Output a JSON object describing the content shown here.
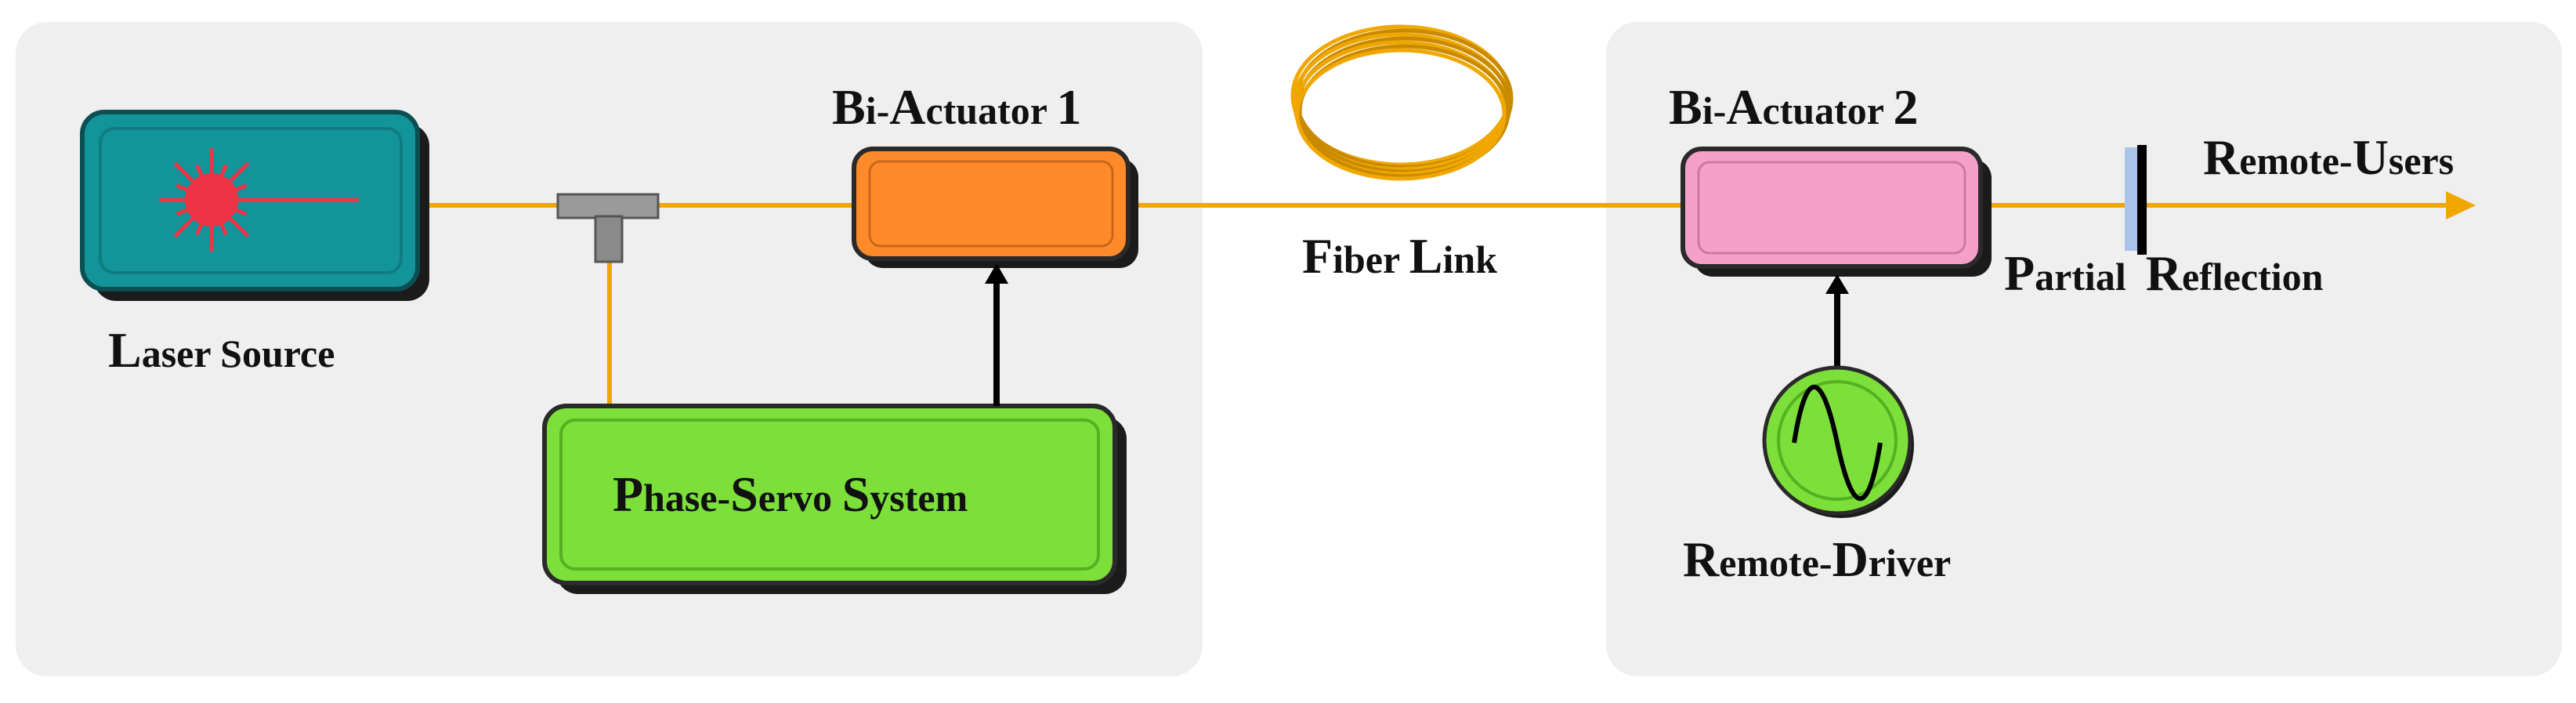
{
  "labels": {
    "laser_source": {
      "cap1": "L",
      "rest1": "aser ",
      "cap2": "S",
      "rest2": "ource"
    },
    "bi_actuator_1": {
      "cap1": "B",
      "rest1": "i-",
      "cap2": "A",
      "rest2": "ctuator ",
      "num": "1"
    },
    "fiber_link": {
      "cap1": "F",
      "rest1": "iber ",
      "cap2": "L",
      "rest2": "ink"
    },
    "bi_actuator_2": {
      "cap1": "B",
      "rest1": "i-",
      "cap2": "A",
      "rest2": "ctuator ",
      "num": "2"
    },
    "phase_servo": {
      "cap1": "P",
      "rest1": "hase-",
      "cap2": "S",
      "rest2": "ervo ",
      "cap3": "S",
      "rest3": "ystem"
    },
    "remote_users": {
      "cap1": "R",
      "rest1": "emote-",
      "cap2": "U",
      "rest2": "sers"
    },
    "partial_reflection": {
      "cap1": "P",
      "rest1": "artial  ",
      "cap2": "R",
      "rest2": "eflection"
    },
    "remote_driver": {
      "cap1": "R",
      "rest1": "emote-",
      "cap2": "D",
      "rest2": "river"
    }
  },
  "colors": {
    "panel_bg": "#efefef",
    "fiber": "#f0a800",
    "laser_box": "#12949a",
    "laser_star": "#ee3344",
    "actuator_1": "#ff8a2a",
    "actuator_2": "#f4a0c8",
    "servo_box": "#7ddf3a",
    "driver_circle": "#7ddf3a",
    "mirror": "#a9c4e8",
    "coupler": "#9a9a9a"
  },
  "icons": [
    "laser-star-icon",
    "fiber-coil-icon",
    "sine-wave-icon",
    "t-coupler-icon",
    "mirror-icon",
    "arrowhead-icon"
  ]
}
